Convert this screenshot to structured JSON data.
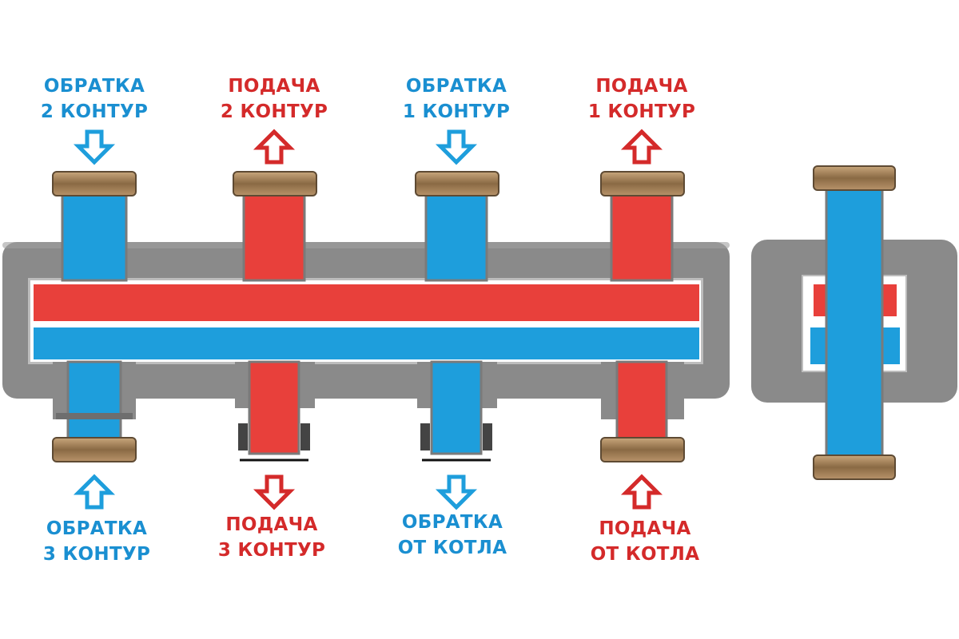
{
  "colors": {
    "supply": "#e8403b",
    "return": "#1e9edc",
    "housing": "#8a8a8a",
    "fitting": "#9c7a52",
    "label_supply": "#d42a2a",
    "label_return": "#1a8fd1"
  },
  "labels": {
    "top_return_2": {
      "line1": "ОБРАТКА",
      "line2": "2 КОНТУР",
      "flow": "return",
      "arrow": "down-into-manifold"
    },
    "top_supply_2": {
      "line1": "ПОДАЧА",
      "line2": "2 КОНТУР",
      "flow": "supply",
      "arrow": "up-out-of-manifold"
    },
    "top_return_1": {
      "line1": "ОБРАТКА",
      "line2": "1 КОНТУР",
      "flow": "return",
      "arrow": "down-into-manifold"
    },
    "top_supply_1": {
      "line1": "ПОДАЧА",
      "line2": "1 КОНТУР",
      "flow": "supply",
      "arrow": "up-out-of-manifold"
    },
    "bottom_return_3": {
      "line1": "ОБРАТКА",
      "line2": "3 КОНТУР",
      "flow": "return",
      "arrow": "up-into-manifold"
    },
    "bottom_supply_3": {
      "line1": "ПОДАЧА",
      "line2": "3 КОНТУР",
      "flow": "supply",
      "arrow": "down-out-of-manifold"
    },
    "bottom_return_boiler": {
      "line1": "ОБРАТКА",
      "line2": "ОТ КОТЛА",
      "flow": "return",
      "arrow": "down-out-of-manifold"
    },
    "bottom_supply_boiler": {
      "line1": "ПОДАЧА",
      "line2": "ОТ КОТЛА",
      "flow": "supply",
      "arrow": "up-into-manifold"
    }
  }
}
